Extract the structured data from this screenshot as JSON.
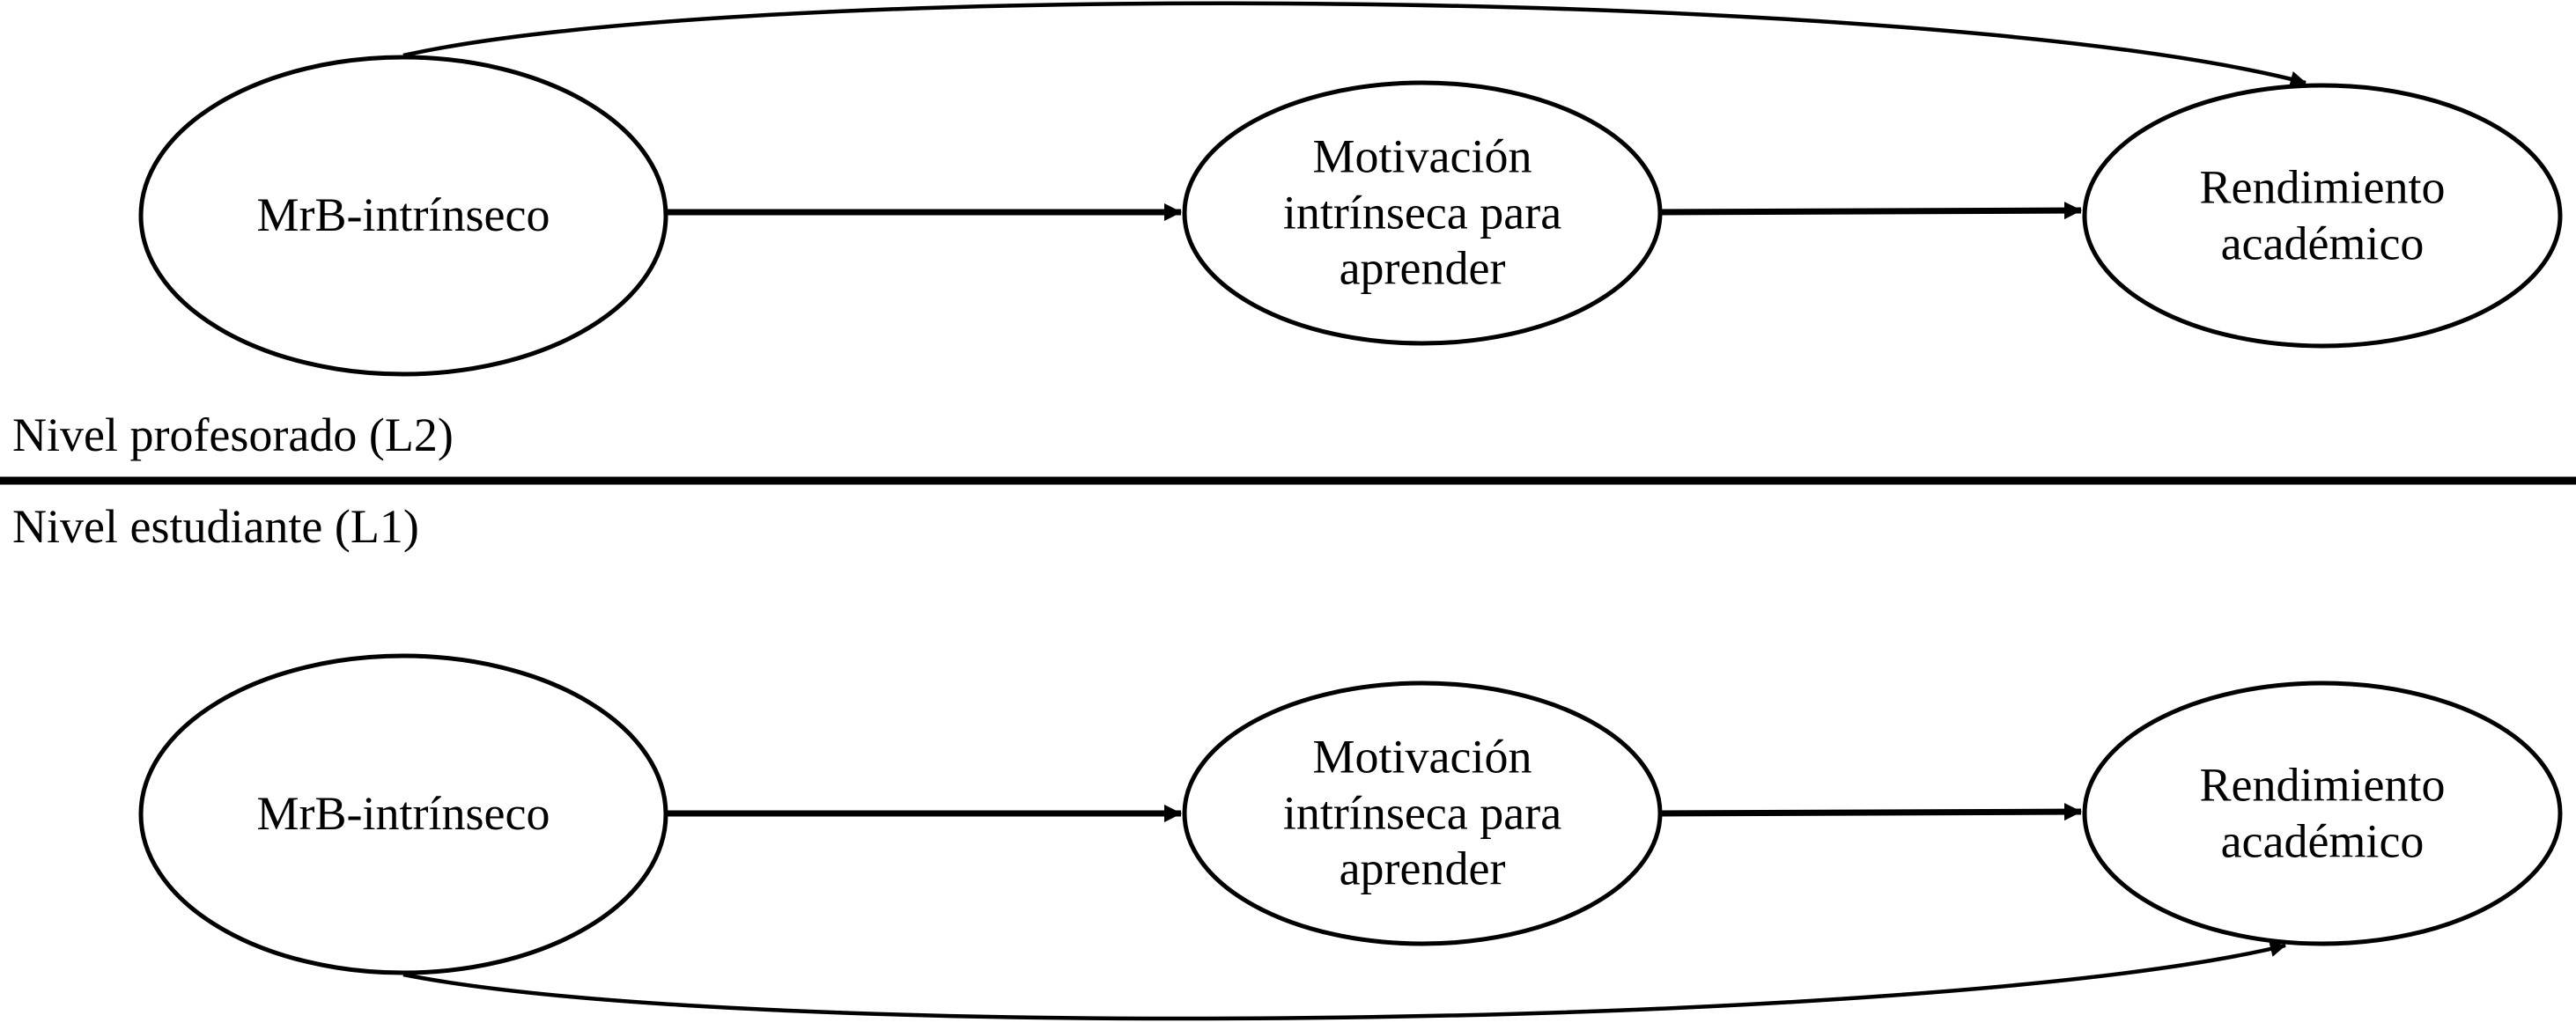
{
  "figure": {
    "background": "#ffffff",
    "stroke_color": "#000000",
    "levels": [
      {
        "label": "Nivel profesorado (L2)",
        "nodes": [
          "MrB-intrínseco",
          "Motivación intrínseca para aprender",
          "Rendimiento académico"
        ]
      },
      {
        "label": "Nivel estudiante (L1)",
        "nodes": [
          "MrB-intrínseco",
          "Motivación intrínseca para aprender",
          "Rendimiento académico"
        ]
      }
    ]
  }
}
